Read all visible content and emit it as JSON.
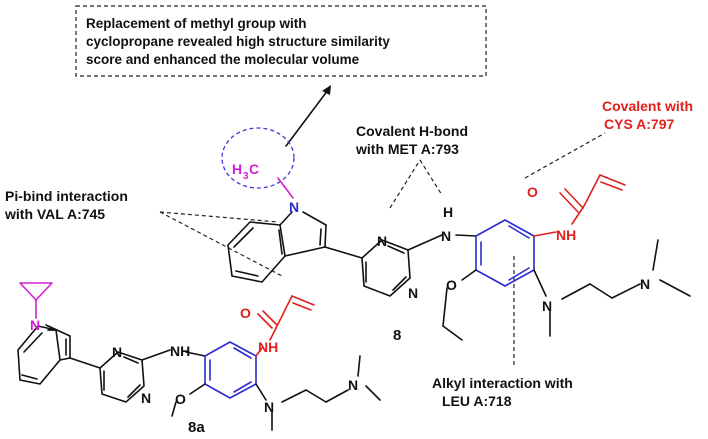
{
  "note_box": {
    "line1": "Replacement of methyl group with",
    "line2": "cyclopropane revealed high structure similarity",
    "line3": "score and enhanced the molecular volume"
  },
  "labels": {
    "covalent_cys_line1": "Covalent with",
    "covalent_cys_line2": "CYS A:797",
    "hbond_met_line1": "Covalent H-bond",
    "hbond_met_line2": "with MET A:793",
    "pi_val_line1": "Pi-bind interaction",
    "pi_val_line2": "with VAL A:745",
    "alkyl_leu_line1": "Alkyl interaction with",
    "alkyl_leu_line2": "LEU A:718",
    "compound_8": "8",
    "compound_8a": "8a"
  },
  "atoms": {
    "methyl_H": "H",
    "methyl_3": "3",
    "methyl_C": "C",
    "N": "N",
    "NH": "NH",
    "H": "H",
    "O": "O"
  },
  "colors": {
    "black": "#111111",
    "red": "#e0201c",
    "blue": "#2b2bd1",
    "magenta": "#d21fd2",
    "ellipse": "#3a3ad8"
  }
}
